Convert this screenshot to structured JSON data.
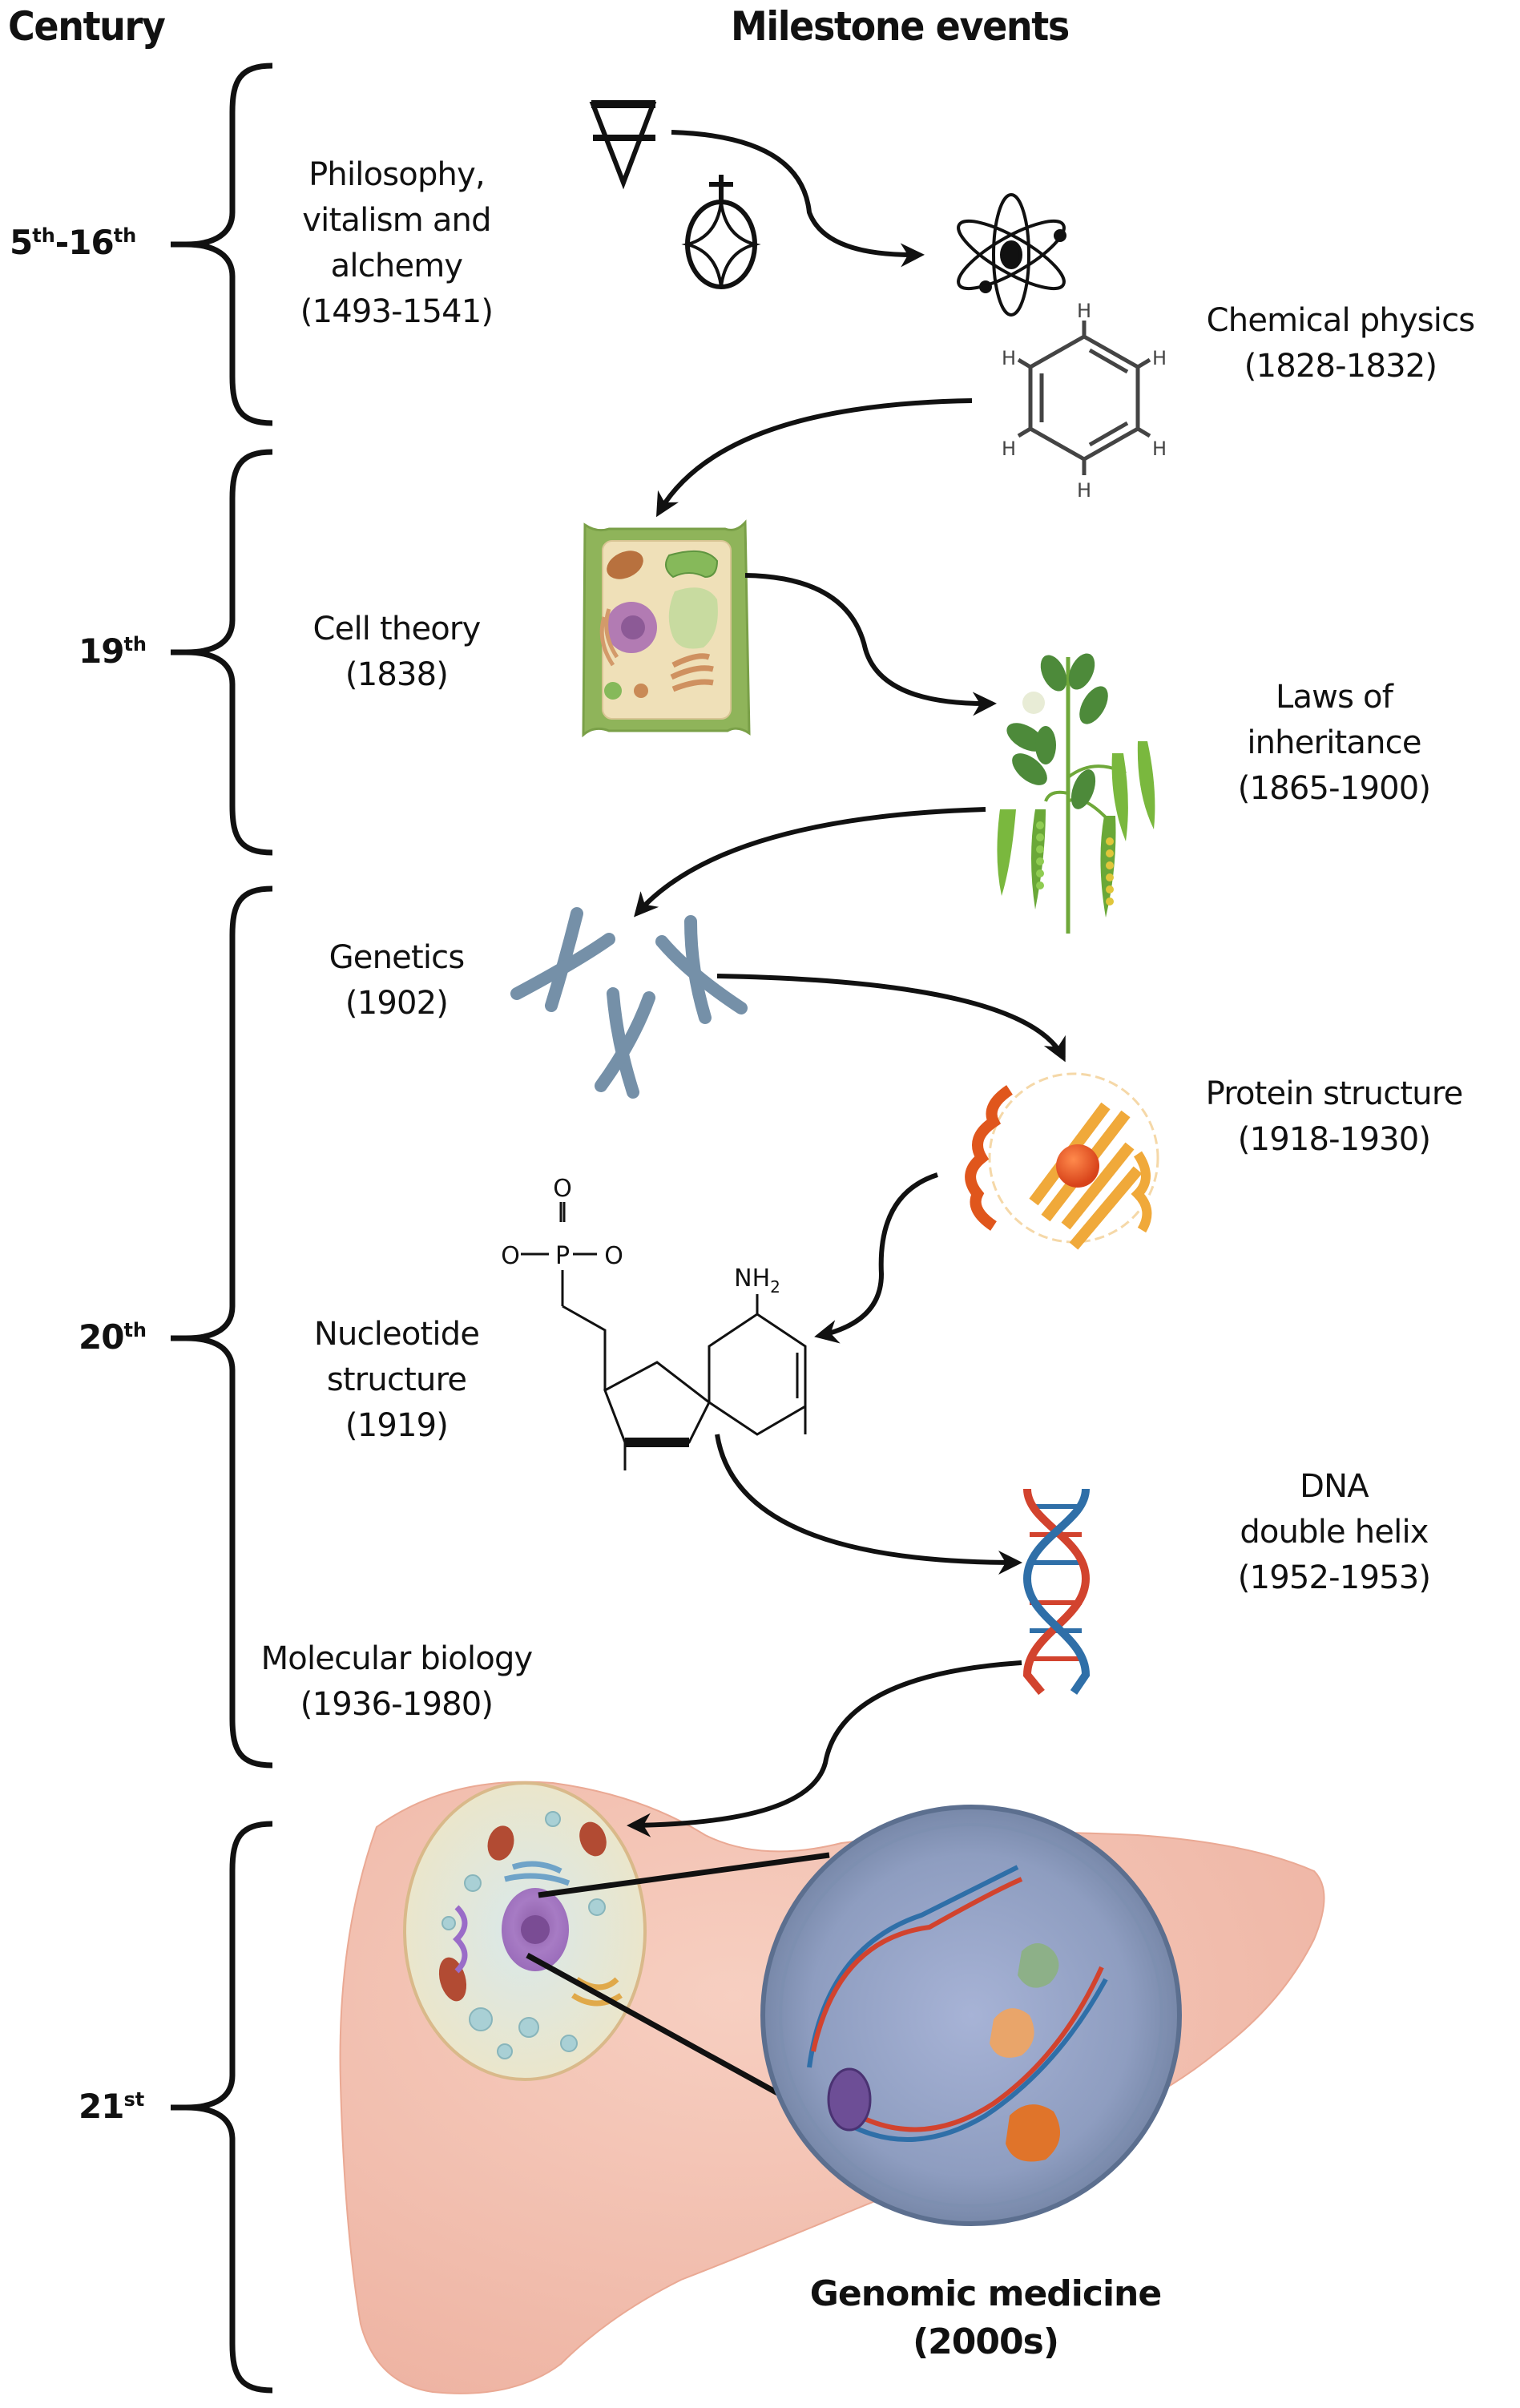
{
  "headers": {
    "century": "Century",
    "milestones": "Milestone events"
  },
  "centuries": [
    {
      "id": "c5-16",
      "parts": [
        "5",
        "th",
        "-16",
        "th"
      ]
    },
    {
      "id": "c19",
      "parts": [
        "19",
        "th",
        "",
        ""
      ]
    },
    {
      "id": "c20",
      "parts": [
        "20",
        "th",
        "",
        ""
      ]
    },
    {
      "id": "c21",
      "parts": [
        "21",
        "st",
        "",
        ""
      ]
    }
  ],
  "events": [
    {
      "id": "philosophy",
      "lines": [
        "Philosophy,",
        "vitalism and",
        "alchemy",
        "(1493-1541)"
      ],
      "icon": "alchemy-symbols-icon"
    },
    {
      "id": "chemical-physics",
      "lines": [
        "Chemical physics",
        "(1828-1832)"
      ],
      "icon": "atom-benzene-icon"
    },
    {
      "id": "cell-theory",
      "lines": [
        "Cell theory",
        "(1838)"
      ],
      "icon": "plant-cell-icon"
    },
    {
      "id": "laws-of-inheritance",
      "lines": [
        "Laws of",
        "inheritance",
        "(1865-1900)"
      ],
      "icon": "pea-plant-icon"
    },
    {
      "id": "genetics",
      "lines": [
        "Genetics",
        "(1902)"
      ],
      "icon": "chromosomes-icon"
    },
    {
      "id": "protein-structure",
      "lines": [
        "Protein structure",
        "(1918-1930)"
      ],
      "icon": "protein-ribbon-icon"
    },
    {
      "id": "nucleotide-structure",
      "lines": [
        "Nucleotide",
        "structure",
        "(1919)"
      ],
      "icon": "nucleotide-formula-icon"
    },
    {
      "id": "dna-double-helix",
      "lines": [
        "DNA",
        "double helix",
        "(1952-1953)"
      ],
      "icon": "dna-helix-icon"
    },
    {
      "id": "molecular-biology",
      "lines": [
        "Molecular biology",
        "(1936-1980)"
      ],
      "icon": ""
    },
    {
      "id": "genomic-medicine",
      "lines": [
        "Genomic medicine",
        "(2000s)"
      ],
      "icon": "liver-cell-nucleus-icon"
    }
  ],
  "chem_labels": {
    "hydrogen": "H",
    "oxygen": "O",
    "phosphorus": "P",
    "amine": "NH",
    "amine_sub": "2"
  },
  "colors": {
    "ink": "#111111",
    "cell_wall": "#8fb45a",
    "cytoplasm": "#efe0b8",
    "nucleus": "#a86aa8",
    "pea_green": "#6fa83a",
    "chromosome": "#7590a8",
    "protein_orange": "#e0561c",
    "protein_gold": "#f0a93a",
    "dna_red": "#d2432e",
    "dna_blue": "#2f6fa8",
    "liver": "#f4c2b2",
    "nucleus_zoom": "#8a9bb5"
  }
}
